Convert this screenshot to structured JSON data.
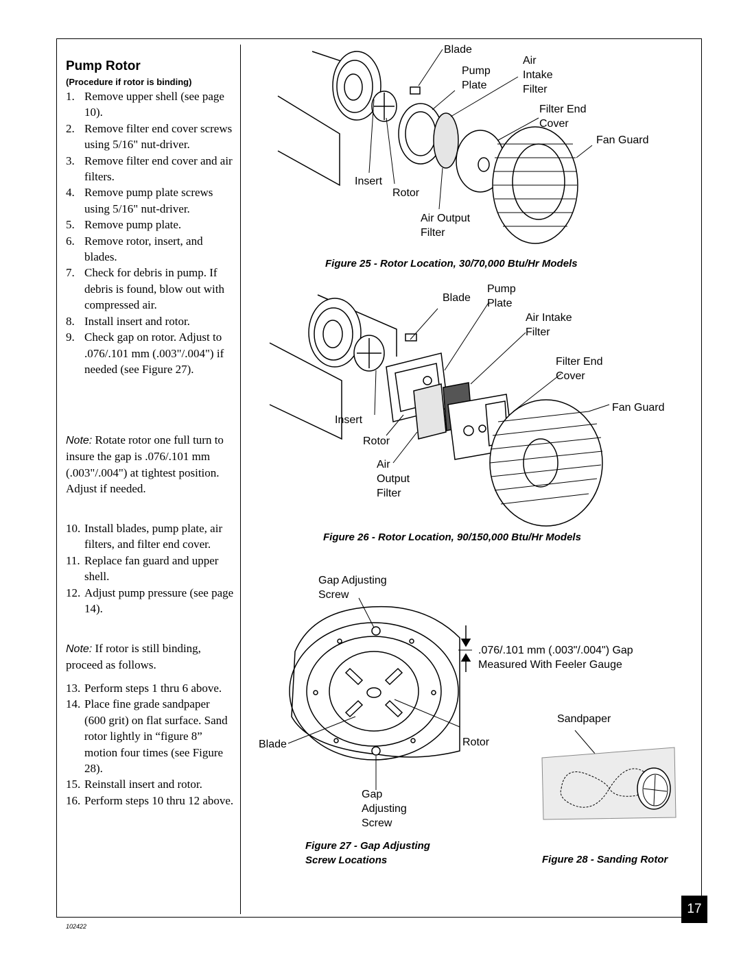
{
  "section": {
    "title": "Pump Rotor",
    "subtitle": "(Procedure if rotor is binding)"
  },
  "steps_a": [
    {
      "num": "1.",
      "text": "Remove upper shell (see page 10)."
    },
    {
      "num": "2.",
      "text": "Remove filter end cover screws using 5/16\" nut-driver."
    },
    {
      "num": "3.",
      "text": "Remove filter end cover and air filters."
    },
    {
      "num": "4.",
      "text": "Remove pump plate screws using 5/16\" nut-driver."
    },
    {
      "num": "5.",
      "text": "Remove pump plate."
    },
    {
      "num": "6.",
      "text": "Remove rotor, insert, and blades."
    },
    {
      "num": "7.",
      "text": "Check for debris in pump. If debris is found, blow out with compressed air."
    },
    {
      "num": "8.",
      "text": "Install insert and rotor."
    },
    {
      "num": "9.",
      "text": "Check gap on rotor. Adjust to .076/.101 mm (.003\"/.004\") if needed (see Figure 27)."
    }
  ],
  "note1": {
    "label": "Note:",
    "text": " Rotate rotor one full turn to insure the gap is .076/.101 mm (.003\"/.004\") at tightest position. Adjust if needed."
  },
  "steps_b": [
    {
      "num": "10.",
      "text": "Install blades, pump plate, air filters, and filter end cover."
    },
    {
      "num": "11.",
      "text": "Replace fan guard and upper shell."
    },
    {
      "num": "12.",
      "text": "Adjust pump pressure (see page 14)."
    }
  ],
  "note2": {
    "label": "Note:",
    "text": " If rotor is still binding, proceed as follows."
  },
  "steps_c": [
    {
      "num": "13.",
      "text": "Perform steps 1 thru 6 above."
    },
    {
      "num": "14.",
      "text": "Place fine grade sandpaper (600 grit) on flat surface. Sand rotor lightly in “figure 8” motion four times (see Figure 28)."
    },
    {
      "num": "15.",
      "text": "Reinstall insert and rotor."
    },
    {
      "num": "16.",
      "text": "Perform steps 10 thru 12 above."
    }
  ],
  "figure25": {
    "caption": "Figure 25 - Rotor Location, 30/70,000 Btu/Hr Models",
    "labels": {
      "blade": "Blade",
      "pump_plate": "Pump\nPlate",
      "air_intake_filter": "Air\nIntake\nFilter",
      "filter_end_cover": "Filter End\nCover",
      "fan_guard": "Fan Guard",
      "insert": "Insert",
      "rotor": "Rotor",
      "air_output_filter": "Air Output\nFilter"
    }
  },
  "figure26": {
    "caption": "Figure 26 - Rotor Location, 90/150,000 Btu/Hr Models",
    "labels": {
      "blade": "Blade",
      "pump_plate": "Pump\nPlate",
      "air_intake_filter": "Air Intake\nFilter",
      "filter_end_cover": "Filter End\nCover",
      "fan_guard": "Fan Guard",
      "insert": "Insert",
      "rotor": "Rotor",
      "air_output_filter": "Air\nOutput\nFilter"
    }
  },
  "figure27": {
    "caption": "Figure 27 - Gap Adjusting\nScrew Locations",
    "labels": {
      "gap_screw_top": "Gap Adjusting\nScrew",
      "gap_spec": ".076/.101 mm (.003\"/.004\") Gap\nMeasured With Feeler Gauge",
      "blade": "Blade",
      "rotor": "Rotor",
      "gap_screw_bottom": "Gap\nAdjusting\nScrew"
    }
  },
  "figure28": {
    "caption": "Figure 28 - Sanding Rotor",
    "labels": {
      "sandpaper": "Sandpaper"
    }
  },
  "footer": {
    "page_number": "17",
    "doc_code": "102422"
  }
}
